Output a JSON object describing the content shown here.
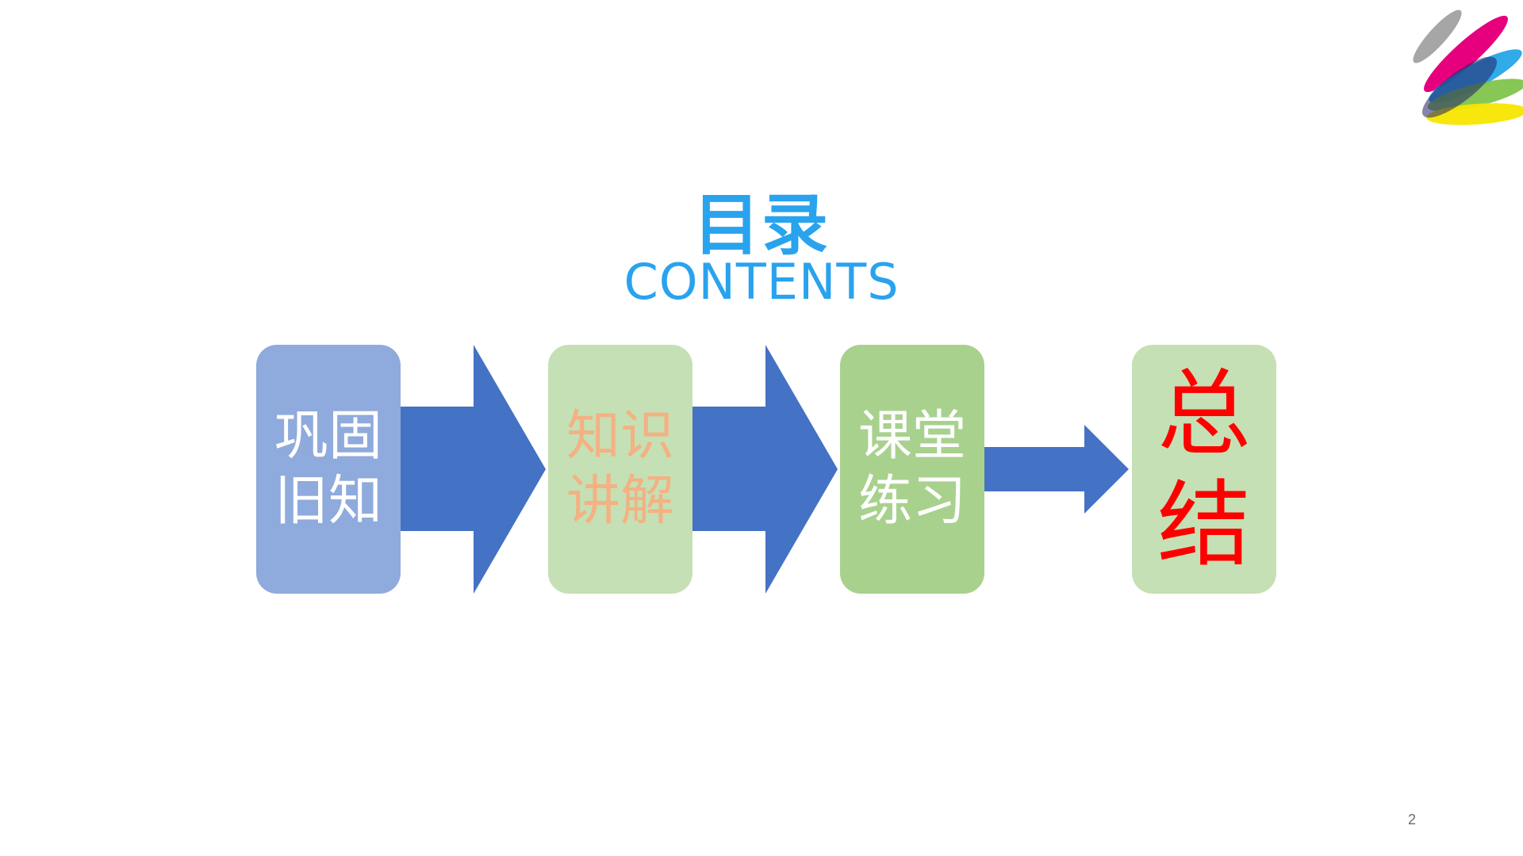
{
  "slide": {
    "title_cn": "目录",
    "title_en": "CONTENTS",
    "page_number": "2",
    "colors": {
      "title": "#29a3ee",
      "arrow": "#4472c4"
    }
  },
  "steps": [
    {
      "lines": [
        "巩固",
        "旧知"
      ],
      "bg": "#8faadc",
      "color": "#ffffff"
    },
    {
      "lines": [
        "知识",
        "讲解"
      ],
      "bg": "#c5e0b4",
      "color": "#f4b183"
    },
    {
      "lines": [
        "课堂",
        "练习"
      ],
      "bg": "#a9d18e",
      "color": "#ffffff"
    },
    {
      "lines": [
        "总",
        "结"
      ],
      "bg": "#c5e0b4",
      "color": "#ff0000"
    }
  ]
}
